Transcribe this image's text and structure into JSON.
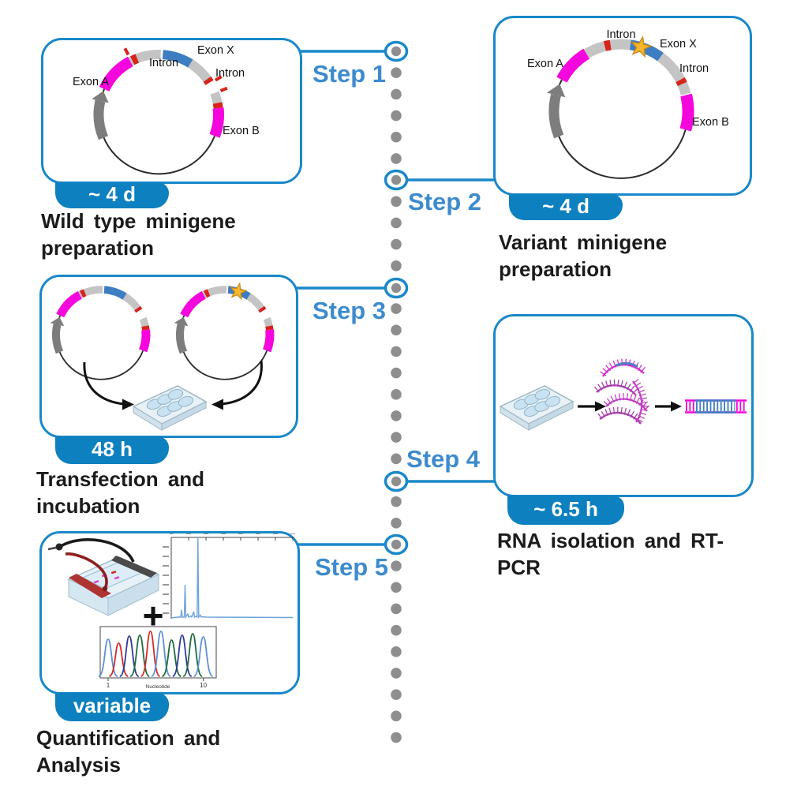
{
  "colors": {
    "accent_blue": "#1a88c9",
    "badge_blue": "#0d80c0",
    "step_blue": "#3d8bce",
    "dot_gray": "#8e8e8e",
    "text_dark": "#1b1b1b",
    "exon_magenta": "#f406dc",
    "exon_blue": "#3d7dc1",
    "intron_gray": "#c4c4c4",
    "site_red": "#d8231b",
    "promoter_gray": "#7d7d7d",
    "star_gold": "#f8b62d",
    "trace_blue": "#6ea3d9"
  },
  "steps": [
    {
      "label": "Step 1",
      "duration": "~ 4 d",
      "caption_line1": "Wild type minigene",
      "caption_line2": "preparation",
      "plasmid": {
        "exon_a": "Exon A",
        "exon_x": "Exon X",
        "exon_b": "Exon B",
        "intron_left": "Intron",
        "intron_right": "Intron"
      }
    },
    {
      "label": "Step 2",
      "duration": "~ 4 d",
      "caption_line1": "Variant minigene",
      "caption_line2": "preparation",
      "plasmid": {
        "exon_a": "Exon A",
        "exon_x": "Exon X",
        "exon_b": "Exon B",
        "intron_top": "Intron",
        "intron_right": "Intron"
      }
    },
    {
      "label": "Step 3",
      "duration": "48 h",
      "caption_line1": "Transfection and",
      "caption_line2": "incubation"
    },
    {
      "label": "Step 4",
      "duration": "~ 6.5 h",
      "caption_line1": "RNA isolation and RT-",
      "caption_line2": "PCR"
    },
    {
      "label": "Step 5",
      "duration": "variable",
      "caption_line1": "Quantification and",
      "caption_line2": "Analysis",
      "plus_sign": "+",
      "chromatogram": {
        "xlabel": "Nucleotide",
        "first_tick": "1",
        "last_tick": "10",
        "peak_colors": [
          "#5f8fd6",
          "#d42a2a",
          "#2e3a96",
          "#1e6b40",
          "#d42a2a",
          "#5f8fd6",
          "#1e6b40",
          "#2e3a96",
          "#1e6b40",
          "#5f8fd6"
        ],
        "peak_heights_rel": [
          0.72,
          0.64,
          0.78,
          0.8,
          0.88,
          0.88,
          0.7,
          0.8,
          0.84,
          0.77
        ]
      },
      "electropherogram": {
        "trace_color": "#6ea3d9",
        "main_peaks_rel": [
          {
            "x": 0.11,
            "h": 0.42
          },
          {
            "x": 0.21,
            "h": 1.0
          }
        ]
      }
    }
  ]
}
